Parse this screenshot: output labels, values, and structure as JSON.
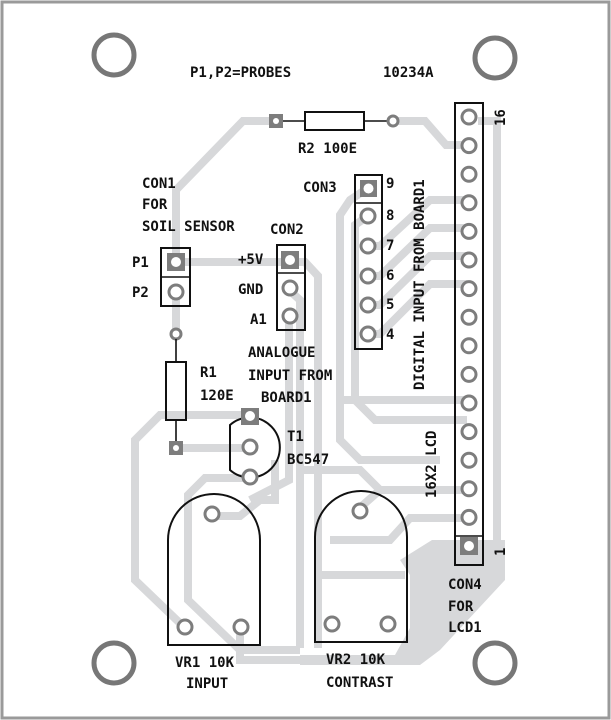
{
  "board": {
    "title": "P1,P2=PROBES",
    "part_number": "10234A",
    "colors": {
      "trace": "#d7d8da",
      "pad": "#7d7d7d",
      "silkscreen": "#111111",
      "background": "#ffffff",
      "border": "#9a9a9a"
    }
  },
  "components": {
    "r2": {
      "label": "R2 100E"
    },
    "r1": {
      "ref": "R1",
      "value": "120E"
    },
    "t1": {
      "ref": "T1",
      "value": "BC547"
    },
    "con1": {
      "line1": "CON1",
      "line2": "FOR",
      "line3": "SOIL SENSOR",
      "pins": [
        "P1",
        "P2"
      ]
    },
    "con2": {
      "ref": "CON2",
      "pins": [
        "+5V",
        "GND",
        "A1"
      ],
      "caption1": "ANALOGUE",
      "caption2": "INPUT FROM",
      "caption3": "BOARD1"
    },
    "con3": {
      "ref": "CON3",
      "pins": [
        "9",
        "8",
        "7",
        "6",
        "5",
        "4"
      ],
      "caption": "DIGITAL INPUT FROM BOARD1"
    },
    "con4": {
      "line1": "CON4",
      "line2": "FOR",
      "line3": "LCD1",
      "pin_first": "1",
      "pin_last": "16",
      "caption": "16X2 LCD",
      "pin_count": 16
    },
    "vr1": {
      "line1": "VR1  10K",
      "line2": "INPUT"
    },
    "vr2": {
      "line1": "VR2  10K",
      "line2": "CONTRAST"
    }
  }
}
